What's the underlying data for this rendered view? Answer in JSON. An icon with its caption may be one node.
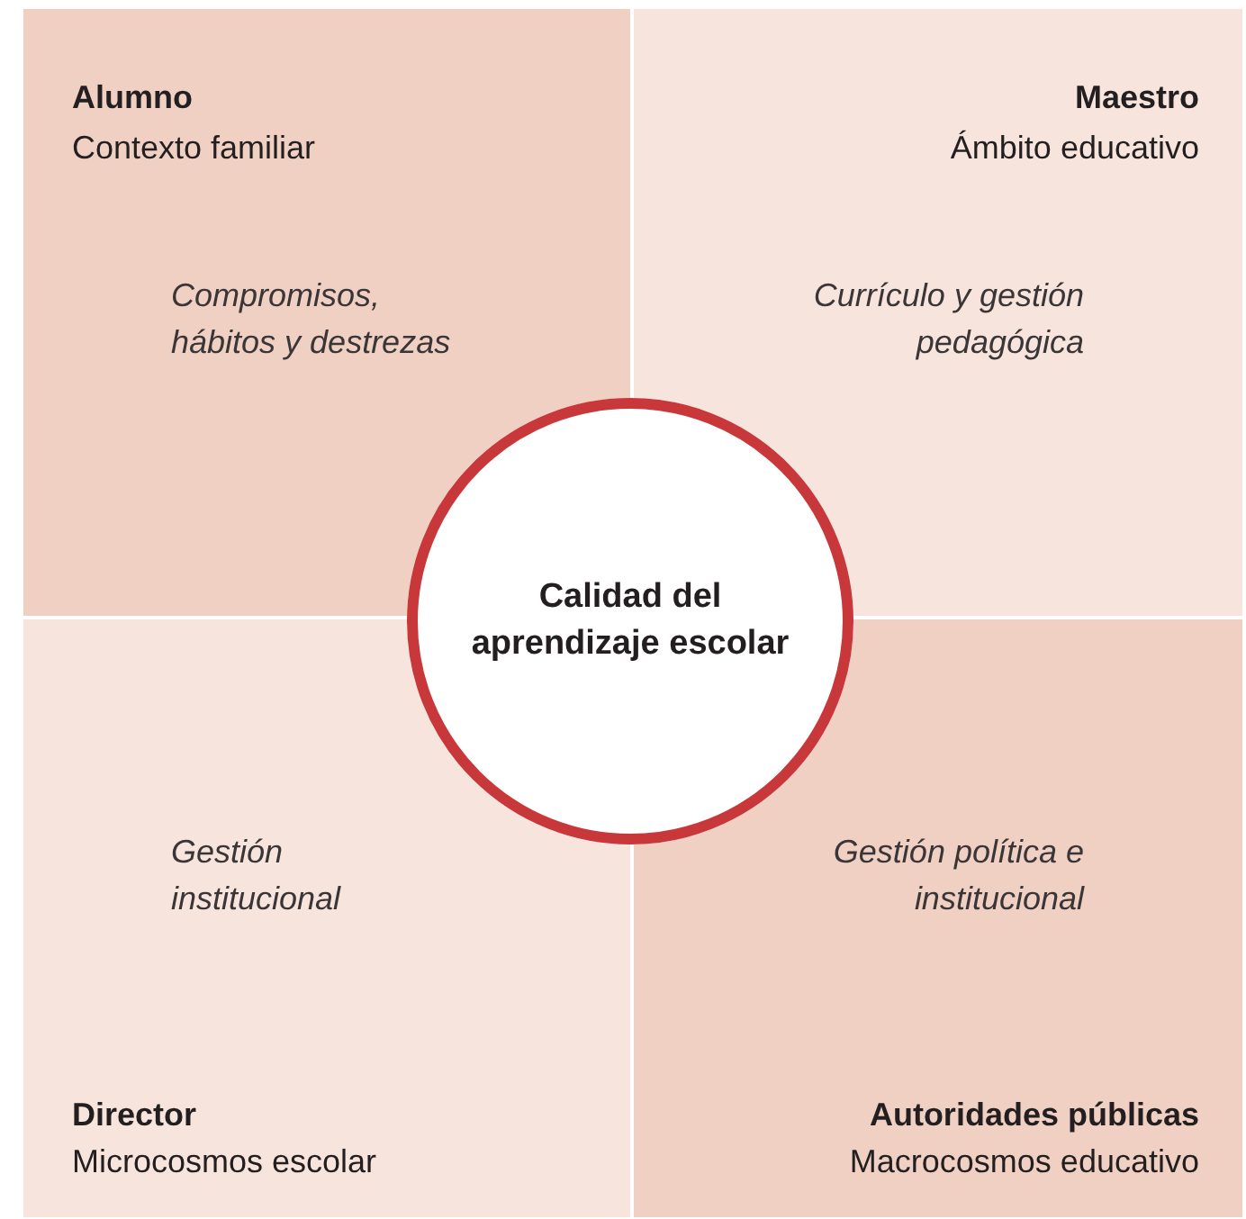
{
  "diagram": {
    "nodes": [
      {
        "text": [
          "Alumno",
          "Contexto familiar",
          "Compromisos, hábitos y destrezas"
        ]
      },
      {
        "text": [
          "Maestro",
          "Ámbito educativo",
          "Currículo y gestión pedagógica"
        ]
      },
      {
        "text": [
          "Gestión institucional",
          "Director",
          "Microcosmos escolar"
        ]
      },
      {
        "text": [
          "Gestión política e institucional",
          "Autoridades públicas",
          "Macrocosmos educativo"
        ]
      },
      {
        "text": [
          "Calidad del aprendizaje escolar"
        ]
      }
    ],
    "edges": []
  }
}
